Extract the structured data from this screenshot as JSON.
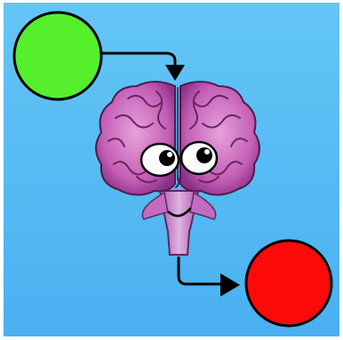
{
  "scene": {
    "background_color": "#55b9f3",
    "input_node": {
      "color": "#55ef2c",
      "icon": "green-circle"
    },
    "output_node": {
      "color": "#ff0a0a",
      "icon": "red-circle"
    },
    "brain": {
      "icon": "cartoon-brain-character",
      "color": "#c45fb6"
    },
    "connector_color": "#000000"
  }
}
